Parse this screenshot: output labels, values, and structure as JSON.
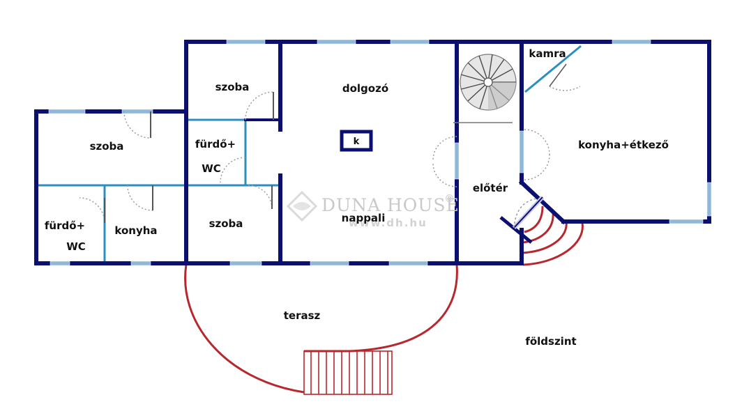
{
  "plan": {
    "rooms": {
      "szoba_top": "szoba",
      "dolgozo": "dolgozó",
      "kamra": "kamra",
      "szoba_left": "szoba",
      "furdo_mid_1": "fürdő+",
      "furdo_mid_2": "WC",
      "konyha_etkezo": "konyha+étkező",
      "eloter": "előtér",
      "szoba_bottom": "szoba",
      "nappali": "nappali",
      "furdo_left_1": "fürdő+",
      "furdo_left_2": "WC",
      "konyha": "konyha",
      "terasz": "terasz"
    },
    "stove_label": "k",
    "floor_label": "földszint",
    "colors": {
      "wall": "#0b1070",
      "partition": "#2a8fc0",
      "window": "#8fb7d8",
      "terrace": "#b8272d",
      "door": "#9a9a9a"
    }
  },
  "watermark": {
    "brand": "DUNA HOUSE",
    "registered": "®",
    "url": "www.dh.hu"
  }
}
